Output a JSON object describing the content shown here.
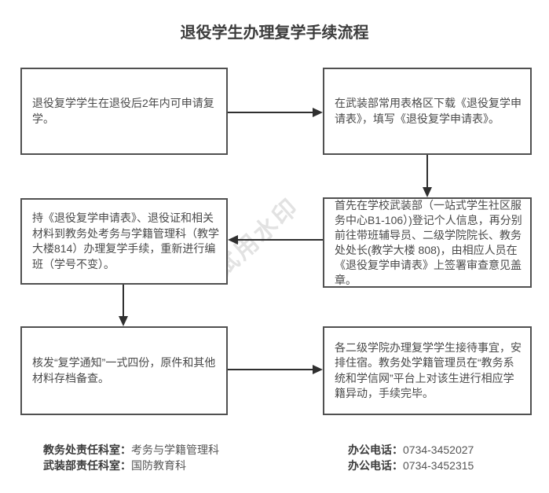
{
  "page": {
    "title": "退役学生办理复学手续流程"
  },
  "flow": {
    "boxes": [
      {
        "id": "step1",
        "text": "退役复学学生在退役后2年内可申请复学。"
      },
      {
        "id": "step2",
        "text": "在武装部常用表格区下载《退役复学申请表》，填写《退役复学申请表》。"
      },
      {
        "id": "step3",
        "text": "首先在学校武装部（一站式学生社区服务中心B1-106）)登记个人信息，再分别前往带班辅导员、二级学院院长、教务处处长(教学大楼 808)，由相应人员在《退役复学申请表》上签署审查意见盖章。"
      },
      {
        "id": "step4",
        "text": "持《退役复学申请表》、退役证和相关材料到教务处考务与学籍管理科（教学大楼814）办理复学手续，重新进行编班（学号不变）。"
      },
      {
        "id": "step5",
        "text": "核发“复学通知”一式四份，原件和其他材料存档备查。"
      },
      {
        "id": "step6",
        "text": "各二级学院办理复学学生接待事宜，安排住宿。教务处学籍管理员在“教务系统和学信网”平台上对该生进行相应学籍异动，手续完毕。"
      }
    ]
  },
  "footer": {
    "left": [
      {
        "label": "教务处责任科室：",
        "value": "考务与学籍管理科"
      },
      {
        "label": "武装部责任科室：",
        "value": "国防教育科"
      }
    ],
    "right": [
      {
        "label": "办公电话：",
        "value": "0734-3452027"
      },
      {
        "label": "办公电话：",
        "value": "0734-3452315"
      }
    ]
  },
  "watermark": {
    "text": "试用水印"
  },
  "colors": {
    "box_border": "#505050",
    "text": "#4a4a4a",
    "arrow": "#2f2f2f",
    "watermark": "#e2e2e2"
  }
}
